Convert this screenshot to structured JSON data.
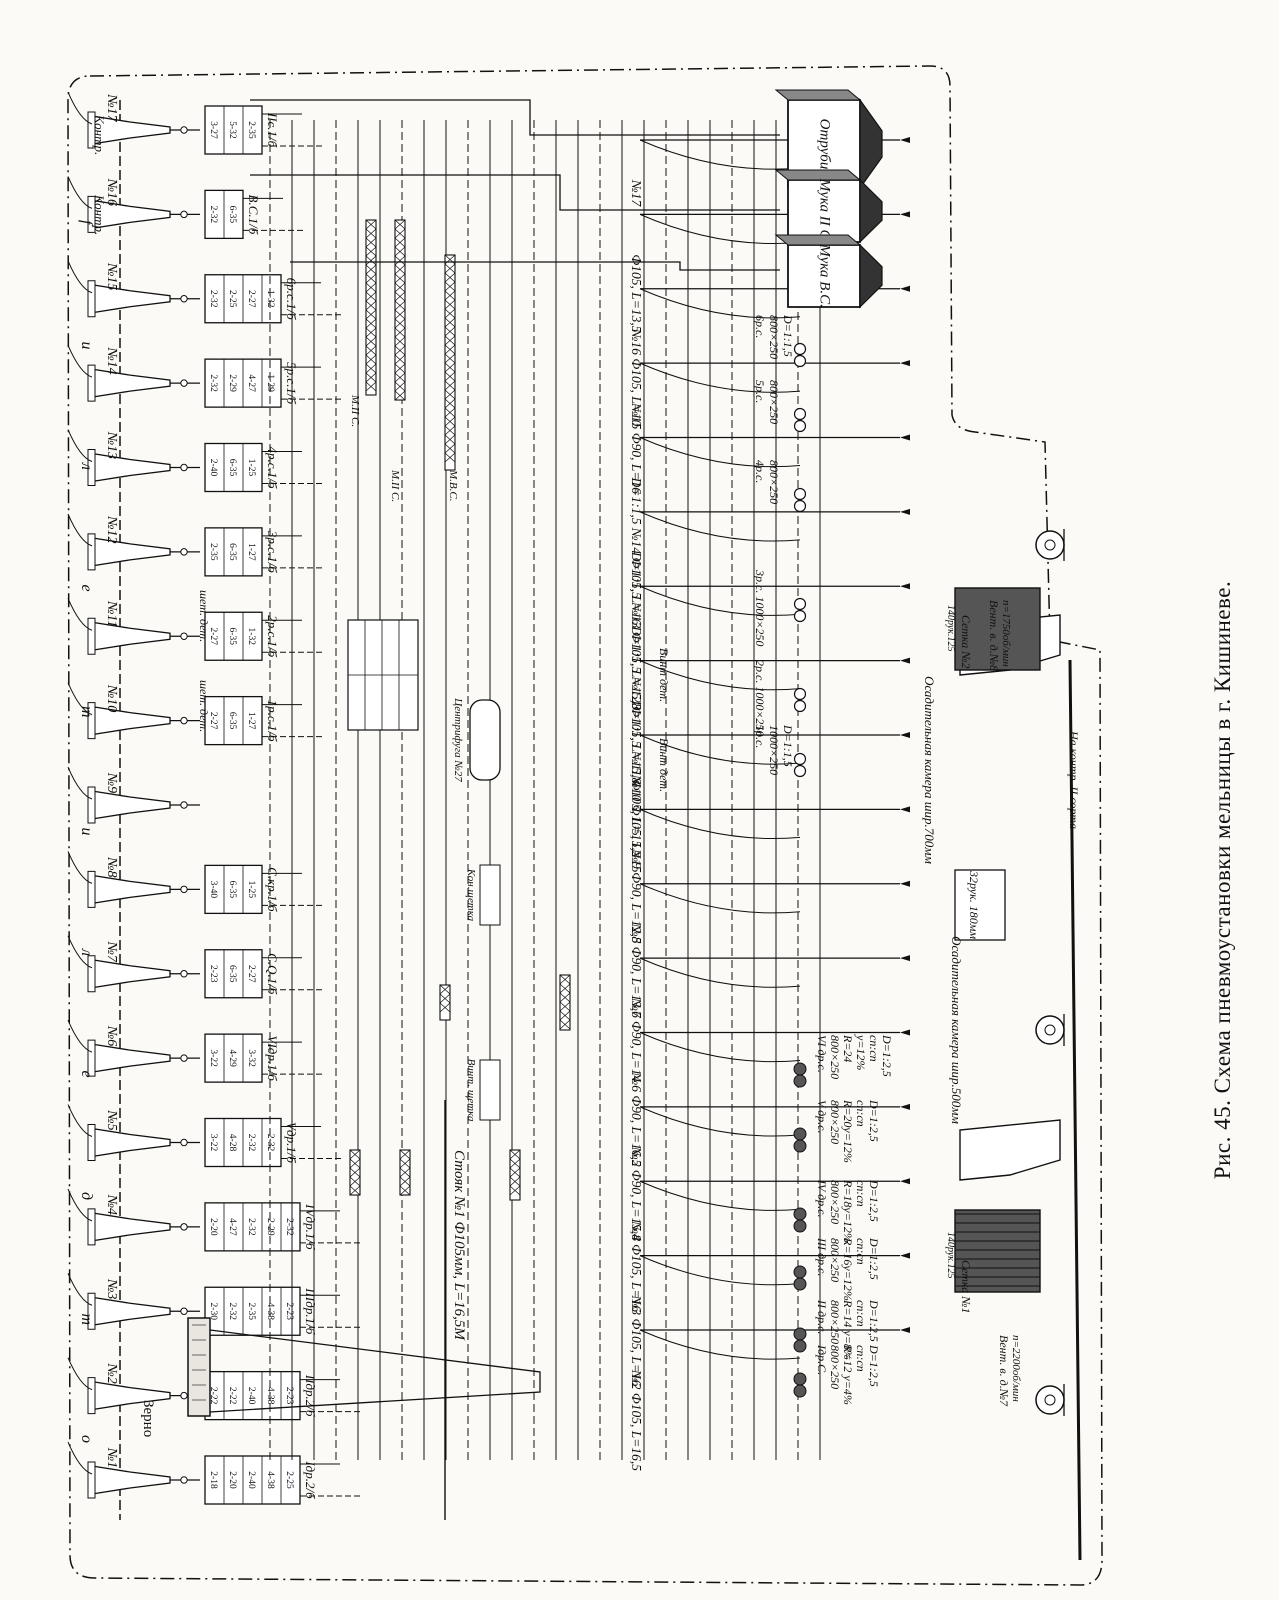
{
  "caption": "Рис. 45. Схема пневмоустановки мельницы в г. Кишиневе.",
  "grain_label": "Зерно",
  "main_pipe_label": "Стояк №1 Ф105мм, L=16,5М",
  "stations": [
    {
      "no": "№1",
      "sieve": "Iдр.2/б",
      "cells": [
        "2-18",
        "2-20",
        "2-40",
        "4-38",
        "2-25"
      ]
    },
    {
      "no": "№2",
      "sieve": "IIдр.2/б",
      "cells": [
        "2-22",
        "2-22",
        "2-40",
        "4-38",
        "2-23"
      ]
    },
    {
      "no": "№3",
      "sieve": "IIIдр.1/б",
      "cells": [
        "2-30",
        "2-32",
        "2-35",
        "4-38",
        "2-23"
      ]
    },
    {
      "no": "№4",
      "sieve": "IVдр.1/б",
      "cells": [
        "2-20",
        "4-27",
        "2-32",
        "2-29",
        "2-32"
      ]
    },
    {
      "no": "№5",
      "sieve": "Vдр.1/б",
      "cells": [
        "3-22",
        "4-28",
        "2-32",
        "2-32"
      ]
    },
    {
      "no": "№6",
      "sieve": "VIдр.1/б",
      "cells": [
        "3-22",
        "4-29",
        "3-32"
      ]
    },
    {
      "no": "№7",
      "sieve": "С.Q.1/б",
      "cells": [
        "2-23",
        "6-35",
        "2-27"
      ]
    },
    {
      "no": "№8",
      "sieve": "С.кр.1/б",
      "cells": [
        "3-40",
        "6-35",
        "1-25"
      ]
    },
    {
      "no": "№9",
      "sieve": "",
      "cells": []
    },
    {
      "no": "№10",
      "sieve": "1р.с.1/б",
      "cells": [
        "2-27",
        "6-35",
        "1-27"
      ]
    },
    {
      "no": "№11",
      "sieve": "2р.с.1/б",
      "cells": [
        "2-27",
        "6-35",
        "1-32"
      ]
    },
    {
      "no": "№12",
      "sieve": "3р.с.1/б",
      "cells": [
        "2-35",
        "6-35",
        "1-27"
      ]
    },
    {
      "no": "№13",
      "sieve": "4р.с.1/б",
      "cells": [
        "2-40",
        "6-35",
        "1-25"
      ]
    },
    {
      "no": "№14",
      "sieve": "5р.с.1/б",
      "cells": [
        "2-32",
        "2-29",
        "4-27",
        "1-29"
      ]
    },
    {
      "no": "№15",
      "sieve": "6р.с.1/б",
      "cells": [
        "2-32",
        "2-25",
        "2-27",
        "1-32"
      ]
    },
    {
      "no": "№16",
      "sieve": "В.С.1/б",
      "cells": [
        "2-32",
        "6-35"
      ]
    },
    {
      "no": "№17",
      "sieve": "IIс.1/б",
      "cells": [
        "3-27",
        "5-32",
        "2-35"
      ]
    }
  ],
  "top_letters": [
    "о",
    "т",
    "д",
    "е",
    "л",
    "и",
    "т",
    "е",
    "л",
    "и",
    "f"
  ],
  "control_label": "Контр.",
  "pipes": [
    "№2 Ф105, L=16,5",
    "№3 Ф105, L=16",
    "№4 Ф105, L=16",
    "№5 Ф90, L=15,8",
    "№6 Ф90, L=16,2",
    "№7 Ф90, L=14",
    "№8 Ф90, L=13,6",
    "№9 Ф90, L=12,5",
    "№10 Ф105, L=15",
    "D=1:1,5 №11 Ф105, L=15,2",
    "D=1:1,5 №12 Ф105, L=15,8",
    "D=1:1,5 №13 Ф105, L=15,8",
    "D=1:1,5 №14 Ф105, L=16",
    "№15 Ф90, L=16",
    "№16 Ф105, L=10",
    "Ф105, L=13,5",
    "№17"
  ],
  "roll_specs": [
    [
      "Iдр.С.",
      "800×250",
      "R=12 у=4%",
      "сп:сп",
      "D=1:2,5"
    ],
    [
      "II др.с.",
      "800×250",
      "R=14 у=8%",
      "сп:сп",
      "D=1:2,5"
    ],
    [
      "III др.с.",
      "800×250",
      "R=16у=12%",
      "сп:сп",
      "D=1:2,5"
    ],
    [
      "IV др.с.",
      "800×250",
      "R=18у=12%",
      "сп:сп",
      "D=1:2,5"
    ],
    [
      "V др.с.",
      "800×250",
      "R=20у=12%",
      "сп:сп",
      "D=1:2,5"
    ],
    [
      "VI др.с.",
      "800×250",
      "R=24",
      "у=12%",
      "сп:сп",
      "D=1:2,5"
    ]
  ],
  "reduction_specs": [
    [
      "1р.с.",
      "1000×250",
      "D=1:1,5"
    ],
    [
      "2р.с. 1000×250"
    ],
    [
      "3р.с. 1000×250"
    ],
    [
      "4р.с.",
      "800×250"
    ],
    [
      "5р.с.",
      "800×250"
    ],
    [
      "6р.с.",
      "800×250",
      "D=1:1,5"
    ]
  ],
  "bins": {
    "otrubi": "Отруби",
    "muka2": "Мука II С.",
    "muka_vs": "Мука В.С."
  },
  "misc": {
    "vint_det": "Винт дет.",
    "shet_det": "шет. дет.",
    "centrifuge": "Центрифуга №27",
    "vint_shetka": "Винт. щетка",
    "kon_shetka": "Кон.щетка",
    "m2c": "М.II С.",
    "mvc": "М.В.С.",
    "m2c_b": "М.II С."
  },
  "fans": [
    {
      "name": "Вент. в. д.№7",
      "rpm": "n=2200об/мин",
      "sieve": "Сетка №1",
      "sleeves": "140рук.125"
    },
    {
      "name": "Вент. в. д.№8",
      "rpm": "n=1750об/мин",
      "sieve": "Сетка №2",
      "sleeves": "140рук.125"
    }
  ],
  "chambers": {
    "c1": "Осадительная камера шир.500мм",
    "c2": "Осадительная камера шир.700мм",
    "sleeves32": "32рук. 180мм",
    "to_control": "На контр. II сорта"
  }
}
